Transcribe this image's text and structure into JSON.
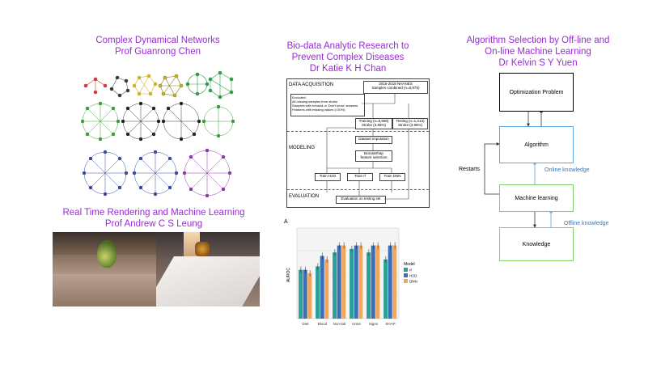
{
  "panels": {
    "networks": {
      "title_line1": "Complex Dynamical Networks",
      "title_line2": "Prof Guanrong Chen"
    },
    "biodata": {
      "title_line1": "Bio-data Analytic Research to",
      "title_line2": "Prevent Complex Diseases",
      "title_line3": "Dr Katie K H Chan",
      "flow": {
        "section_acquisition": "DATA ACQUISITION",
        "section_modeling": "MODELING",
        "section_evaluation": "EVALUATION",
        "box_nhanes": "2015-2018 NHANES\nSamples combined (n=6,975)",
        "box_excluded": "Excluded:\nAll missing samples from stroke\nSamples with refused or 'Don't know' answers\nFeatures with missing values (>20%)",
        "box_training": "Training (n=5,568)\nStroke (3.85%)",
        "box_testing": "Testing (n=1,313)\nStroke (3.96%)",
        "box_imputation": "Dataset imputation",
        "box_boruta": "BorutaShap\nfeature selection",
        "box_h2o": "Train H2O",
        "box_rf": "Train rf",
        "box_dnn": "Train DNN",
        "box_eval": "Evaluation on testing set"
      }
    },
    "algorithm": {
      "title_line1": "Algorithm Selection by Off-line and",
      "title_line2": "On-line Machine Learning",
      "title_line3": "Dr Kelvin S Y Yuen",
      "boxes": {
        "optimization": "Optimization Problem",
        "algorithm": "Algorithm",
        "ml": "Machine learning",
        "knowledge": "Knowledge"
      },
      "labels": {
        "online": "Online knowledge",
        "offline": "Offline knowledge",
        "restarts": "Restarts"
      }
    },
    "rendering": {
      "title_line1": "Real Time Rendering and Machine Learning",
      "title_line2": "Prof Andrew C S Leung"
    }
  },
  "chart_data": {
    "type": "bar",
    "panel_label": "A",
    "ylabel": "AUROC",
    "categories": [
      "Diet",
      "Blood",
      "Non-lab",
      "Urine",
      "Signs",
      "SHAP"
    ],
    "legend_title": "Model",
    "legend_position": "right",
    "series": [
      {
        "name": "rf",
        "color": "#2aa198",
        "values": [
          0.74,
          0.75,
          0.79,
          0.8,
          0.79,
          0.77
        ]
      },
      {
        "name": "H2O",
        "color": "#3b6fb6",
        "values": [
          0.74,
          0.78,
          0.81,
          0.81,
          0.81,
          0.81
        ]
      },
      {
        "name": "DNN",
        "color": "#f2a65a",
        "values": [
          0.73,
          0.77,
          0.81,
          0.81,
          0.81,
          0.81
        ]
      }
    ],
    "ylim": [
      0.6,
      0.86
    ],
    "grid": true
  }
}
